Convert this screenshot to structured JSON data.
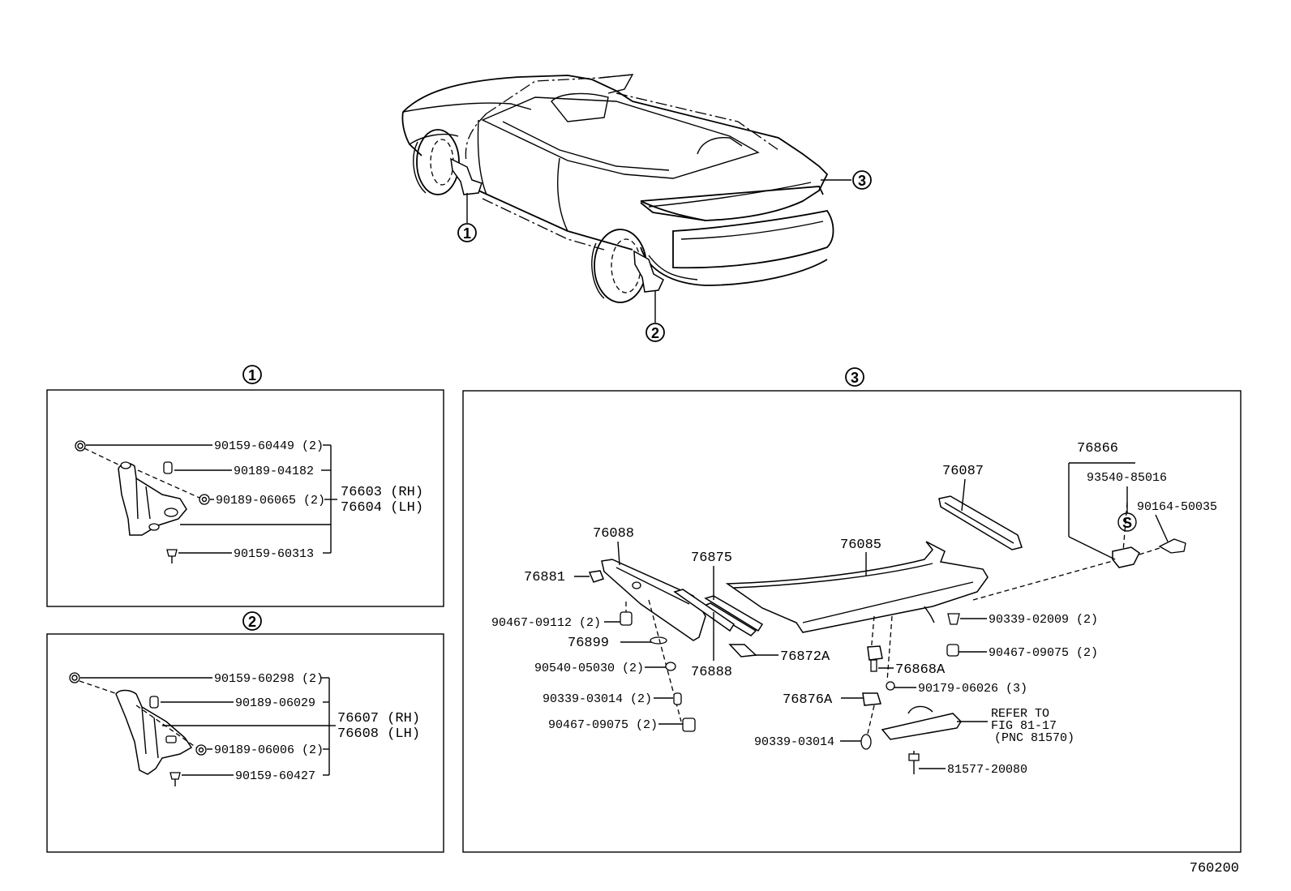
{
  "callouts": {
    "one": "1",
    "two": "2",
    "three": "3"
  },
  "figure_number": "760200",
  "section1": {
    "parts": [
      "90159-60449 (2)",
      "90189-04182",
      "90189-06065 (2)",
      "90159-60313"
    ],
    "assembly_rh": "76603 (RH)",
    "assembly_lh": "76604 (LH)"
  },
  "section2": {
    "parts": [
      "90159-60298 (2)",
      "90189-06029",
      "90189-06006 (2)",
      "90159-60427"
    ],
    "assembly_rh": "76607 (RH)",
    "assembly_lh": "76608 (LH)"
  },
  "section3": {
    "labels": {
      "p76866": "76866",
      "p93540": "93540-85016",
      "p90164": "90164-50035",
      "s_mark": "S",
      "p76087": "76087",
      "p76088": "76088",
      "p76085": "76085",
      "p76875": "76875",
      "p76881": "76881",
      "p90467_09112": "90467-09112 (2)",
      "p76899": "76899",
      "p76888": "76888",
      "p76872a": "76872A",
      "p90540": "90540-05030 (2)",
      "p90339_03014_2": "90339-03014 (2)",
      "p90467_09075_left": "90467-09075 (2)",
      "p90339_02009": "90339-02009 (2)",
      "p90467_09075_right": "90467-09075 (2)",
      "p76868a": "76868A",
      "p90179": "90179-06026 (3)",
      "p76876a": "76876A",
      "refer_1": "REFER TO",
      "refer_2": "FIG 81-17",
      "refer_3": "(PNC 81570)",
      "p90339_03014": "90339-03014",
      "p81577": "81577-20080"
    }
  }
}
